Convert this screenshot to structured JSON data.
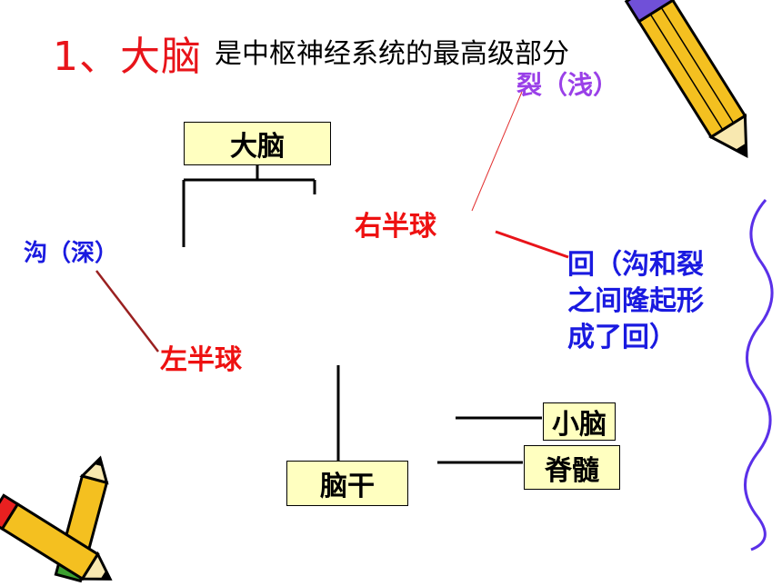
{
  "title": {
    "number": "1、大脑",
    "rest": "是中枢神经系统的最高级部分"
  },
  "labels": {
    "cerebrum_box": "大脑",
    "right_hemisphere": "右半球",
    "left_hemisphere": "左半球",
    "fissure": "裂（浅）",
    "sulcus": "沟（深）",
    "gyrus_line1": "回（沟和裂",
    "gyrus_line2": "之间隆起形",
    "gyrus_line3": "成了回）",
    "brainstem_box": "脑干",
    "cerebellum_box": "小脑",
    "spinal_cord_box": "脊髓"
  },
  "colors": {
    "title_red": "#e8141a",
    "label_red": "#ee1111",
    "label_blue": "#1a1ae0",
    "label_purple": "#9a40e8",
    "box_fill": "#ffffc0"
  },
  "icons": [
    "pencil-icon",
    "crossed-pencils-icon",
    "wavy-border"
  ]
}
